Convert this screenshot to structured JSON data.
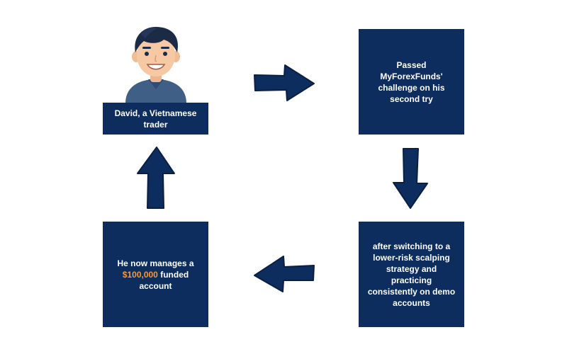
{
  "diagram": {
    "person_label": "David, a Vietnamese trader",
    "step_passed": "Passed MyForexFunds' challenge on his second try",
    "step_strategy": "after switching to a lower-risk scalping strategy and practicing consistently on demo accounts",
    "step_now": {
      "prefix": "He now manages a",
      "amount": "$100,000",
      "suffix": "funded account"
    }
  },
  "colors": {
    "box": "#0d2d5e",
    "text": "#ffffff",
    "highlight": "#f39a3a",
    "arrow": "#0d2d5e",
    "shirt": "#3f5f87",
    "hair": "#1b2a45",
    "skin": "#f6c9a4"
  },
  "icons": {
    "avatar": "person-avatar-icon",
    "arrows": [
      "arrow-right-icon",
      "arrow-down-icon",
      "arrow-left-icon",
      "arrow-up-icon"
    ]
  }
}
